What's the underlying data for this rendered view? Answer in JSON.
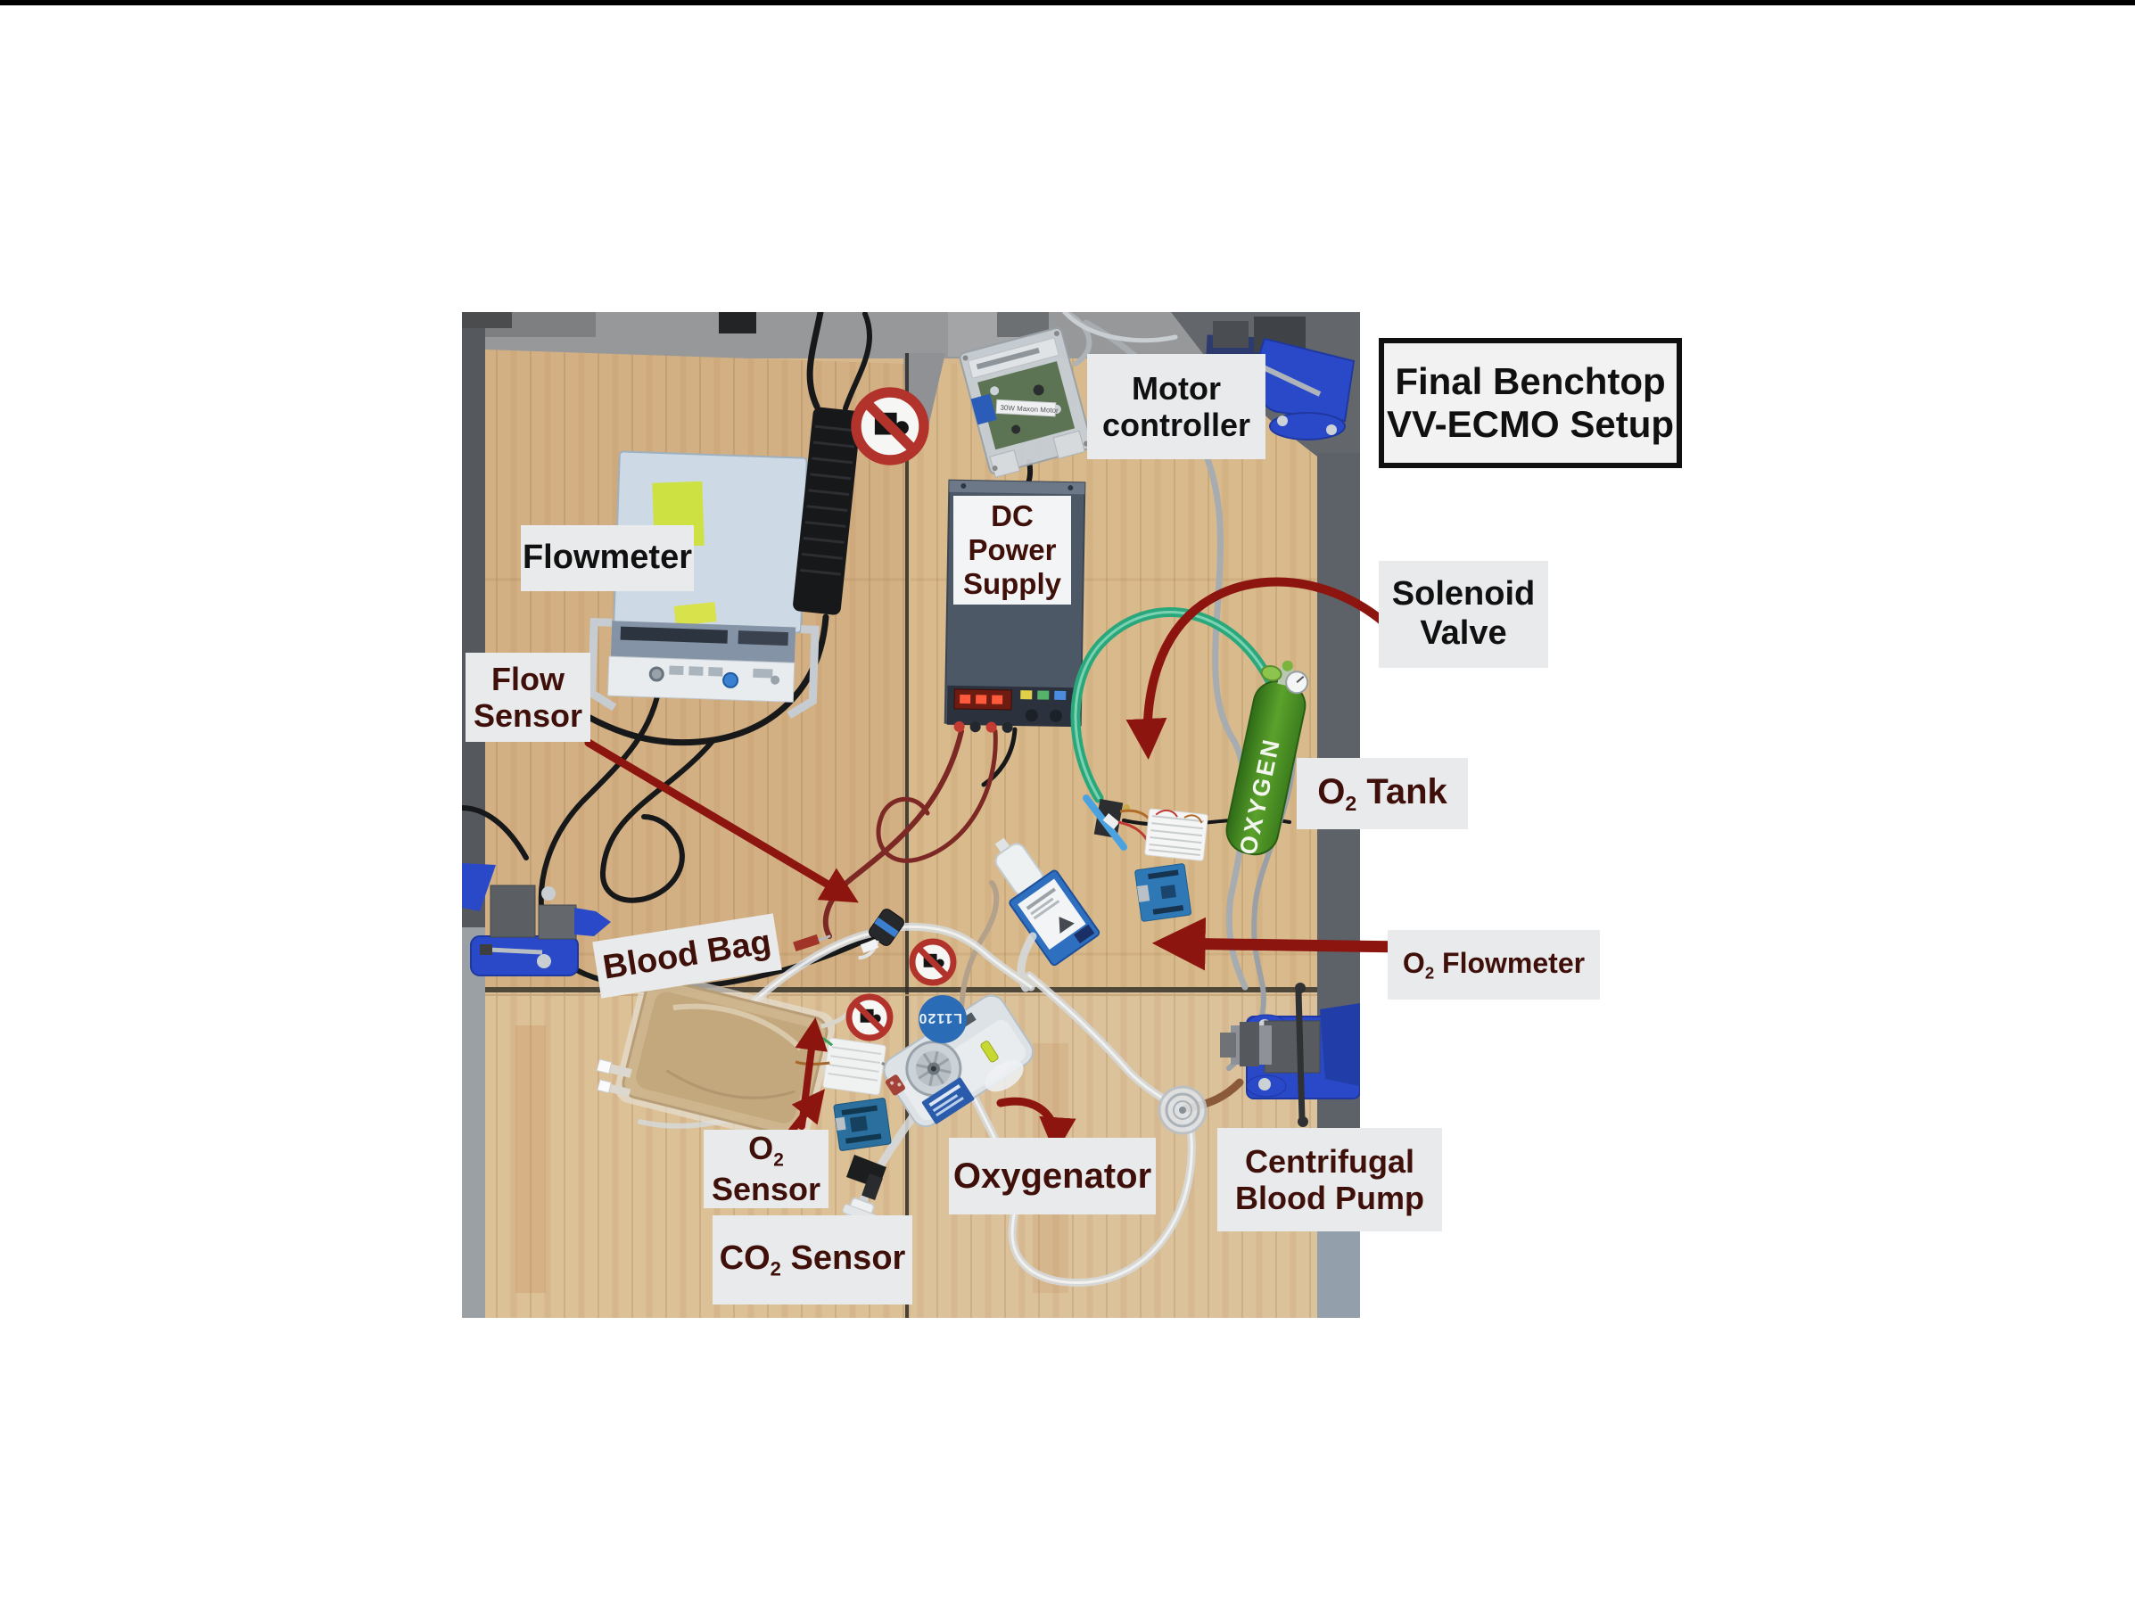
{
  "window": {
    "top_bar_color": "#000000",
    "background": "#ffffff"
  },
  "title_box": {
    "line1": "Final Benchtop",
    "line2": "VV-ECMO Setup"
  },
  "annotations": {
    "flowmeter": {
      "text": "Flowmeter"
    },
    "motor_controller": {
      "line1": "Motor",
      "line2": "controller"
    },
    "dc_power_supply": {
      "line1": "DC",
      "line2": "Power",
      "line3": "Supply"
    },
    "solenoid_valve": {
      "line1": "Solenoid",
      "line2": "Valve"
    },
    "o2_tank": {
      "base": "O",
      "sub": "2",
      "rest": " Tank"
    },
    "flow_sensor": {
      "line1": "Flow",
      "line2": "Sensor"
    },
    "blood_bag": {
      "text": "Blood Bag"
    },
    "o2_flowmeter": {
      "base": "O",
      "sub": "2",
      "rest": " Flowmeter"
    },
    "o2_sensor": {
      "base": "O",
      "sub": "2",
      "line2": "Sensor"
    },
    "oxygenator": {
      "text": "Oxygenator"
    },
    "co2_sensor": {
      "base": "CO",
      "sub": "2",
      "rest": " Sensor"
    },
    "centrifugal_blood_pump": {
      "line1": "Centrifugal",
      "line2": "Blood Pump"
    }
  },
  "photo_items": {
    "oxygen_tank_label": "OXYGEN",
    "blue_sticker_text": "L1120",
    "motor_controller_sticker": "30W Maxon Motor"
  },
  "colors": {
    "annotation_text_dark_red": "#3f0f09",
    "annotation_text_black": "#101010",
    "label_background": "#e8eaec",
    "arrow_color": "#8c1510"
  }
}
